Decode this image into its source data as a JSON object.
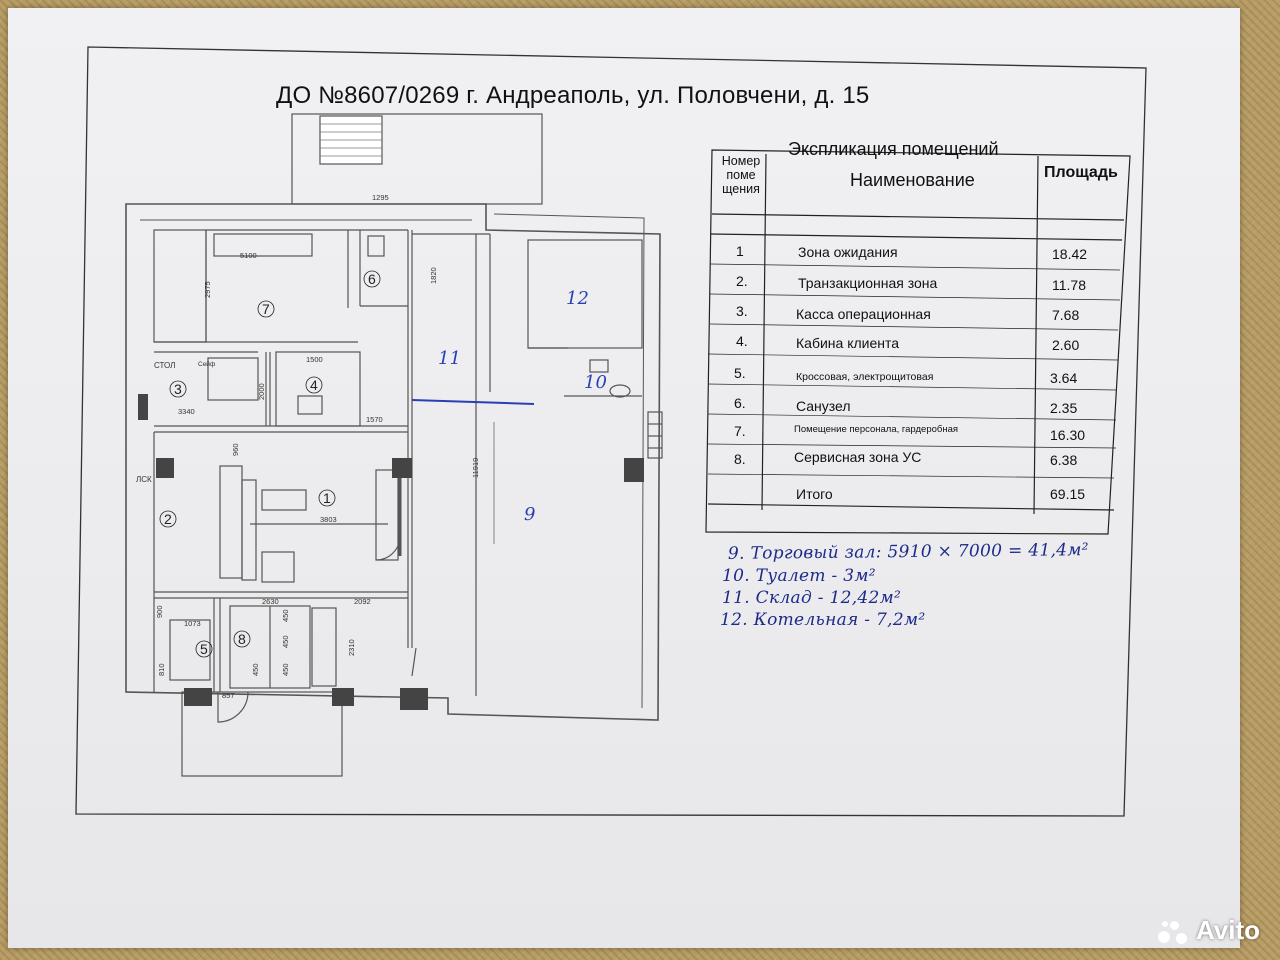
{
  "document": {
    "title": "ДО №8607/0269 г. Андреаполь, ул. Половчени, д. 15"
  },
  "explication": {
    "title": "Экспликация помещений",
    "header": {
      "number_line1": "Номер",
      "number_line2": "поме",
      "number_line3": "щения",
      "name": "Наименование",
      "area": "Площадь"
    },
    "rows": [
      {
        "num": "1",
        "name": "Зона ожидания",
        "area": "18.42"
      },
      {
        "num": "2.",
        "name": "Транзакционная зона",
        "area": "11.78"
      },
      {
        "num": "3.",
        "name": "Касса операционная",
        "area": "7.68"
      },
      {
        "num": "4.",
        "name": "Кабина клиента",
        "area": "2.60"
      },
      {
        "num": "5.",
        "name": "Кроссовая, электрощитовая",
        "area": "3.64"
      },
      {
        "num": "6.",
        "name": "Санузел",
        "area": "2.35"
      },
      {
        "num": "7.",
        "name": "Помещение персонала, гардеробная",
        "area": "16.30"
      },
      {
        "num": "8.",
        "name": "Сервисная зона УС",
        "area": "6.38"
      }
    ],
    "total": {
      "name": "Итого",
      "area": "69.15"
    }
  },
  "handwritten_notes": [
    "9. Торговый зал: 5910 × 7000 = 41,4м²",
    "10. Туалет - 3м²",
    "11. Склад - 12,42м²",
    "12. Котельная - 7,2м²"
  ],
  "plan": {
    "room_numbers_printed": [
      "1",
      "2",
      "3",
      "4",
      "5",
      "6",
      "7",
      "8"
    ],
    "room_numbers_handwritten": [
      "9",
      "10",
      "11",
      "12"
    ],
    "dimensions": [
      "1295",
      "5100",
      "2975",
      "1820",
      "1500",
      "2000",
      "3340",
      "1570",
      "960",
      "3803",
      "11919",
      "2630",
      "450",
      "450",
      "450",
      "450",
      "2092",
      "2310",
      "1073",
      "900",
      "810",
      "857"
    ],
    "labels": {
      "stol": "СТОЛ",
      "seif": "Сейф",
      "lsk": "ЛСК"
    }
  },
  "watermark": "Avito",
  "colors": {
    "ink": "#1d2a8a",
    "paper": "#eeeef0",
    "carpet": "#b89d66"
  }
}
